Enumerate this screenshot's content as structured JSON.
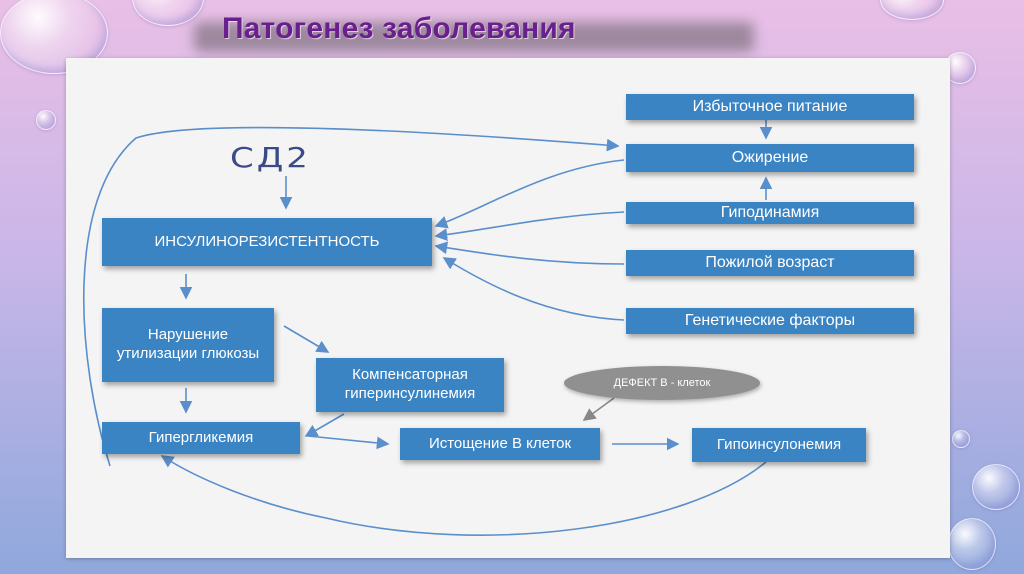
{
  "slide": {
    "title": "Патогенез заболевания"
  },
  "diagram": {
    "sd2_label": "СД2",
    "insulin_resistance": "ИНСУЛИНОРЕЗИСТЕНТНОСТЬ",
    "glucose_utilization": "Нарушение утилизации глюкозы",
    "compensatory": "Компенсаторная гиперинсулинемия",
    "hyperglycemia": "Гипергликемия",
    "depletion": "Истощение В клеток",
    "hypoinsulinemia": "Гипоинсулонемия",
    "defect_label": "ДЕФЕКТ В - клеток",
    "risk_factors": {
      "overeating": "Избыточное питание",
      "obesity": "Ожирение",
      "hypodynamia": "Гиподинамия",
      "old_age": "Пожилой возраст",
      "genetic": "Генетические факторы"
    }
  }
}
